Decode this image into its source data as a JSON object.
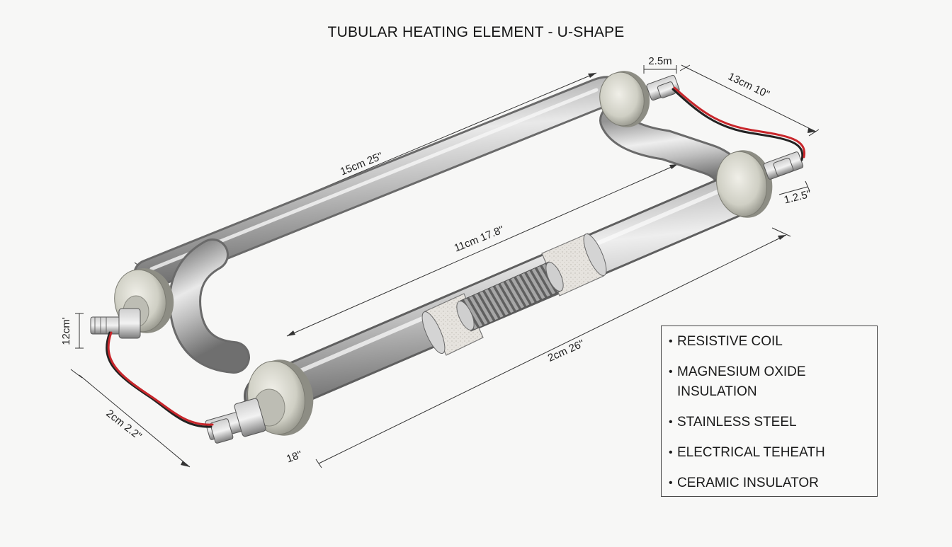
{
  "title": "TUBULAR HEATING ELEMENT - U-SHAPE",
  "dimensions": {
    "top_length": "15cm 25\"",
    "inner_length": "11cm 17.8\"",
    "bottom_length": "2cm 26\"",
    "terminal_width": "2.5m",
    "right_span": "13cm 10\"",
    "right_flange": "1.2.5\"",
    "left_height": "12cm'",
    "left_span": "2cm 2.2\"",
    "bottom_flange": "18\""
  },
  "legend": {
    "bullet": "•",
    "items": [
      "RESISTIVE COIL",
      "MAGNESIUM OXIDE INSULATION",
      "STAINLESS STEEL",
      "ELECTRICAL TEHEATH",
      "CERAMIC INSULATOR"
    ]
  },
  "colors": {
    "tube": "#b9b9b9",
    "flange": "#cfcfc6",
    "wire_red": "#c8262b",
    "wire_black": "#222222",
    "coil": "#9c9c9c",
    "insulation": "#e2e0dc"
  }
}
